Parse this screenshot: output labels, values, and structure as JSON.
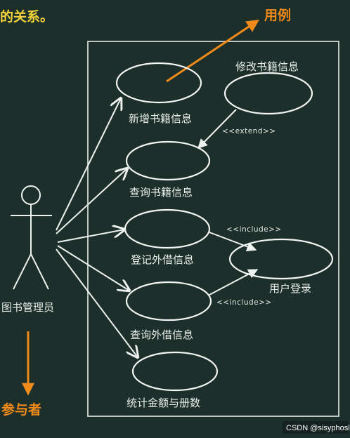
{
  "header_text": "的关系。",
  "callouts": {
    "use_case": "用例",
    "actor": "参与者"
  },
  "actor": {
    "label": "图书管理员"
  },
  "use_cases": {
    "add_book": "新增书籍信息",
    "modify_book": "修改书籍信息",
    "query_book": "查询书籍信息",
    "register_borrow": "登记外借信息",
    "user_login": "用户登录",
    "query_borrow": "查询外借信息",
    "stats": "统计金额与册数"
  },
  "stereotypes": {
    "extend": "<<extend>>",
    "include_1": "<<include>>",
    "include_2": "<<include>>"
  },
  "watermark": "CSDN @sisyphoslee",
  "colors": {
    "background": "#1d2f2b",
    "header": "#f2d43a",
    "callout": "#f08a1a",
    "lines": "#eef2ee"
  }
}
